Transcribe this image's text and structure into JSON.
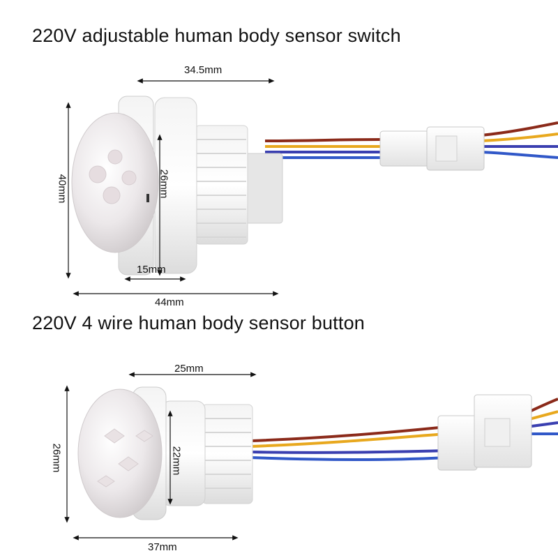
{
  "product1": {
    "title": "220V adjustable human body sensor switch",
    "dims": {
      "width_top": "34.5mm",
      "height_left": "40mm",
      "thread_height": "26mm",
      "depth": "15mm",
      "total_length": "44mm"
    }
  },
  "product2": {
    "title": "220V 4 wire human body sensor button",
    "dims": {
      "width_top": "25mm",
      "height_left": "26mm",
      "thread_height": "22mm",
      "total_length": "37mm"
    }
  },
  "wire_colors": [
    "#8b2a1a",
    "#e8a81e",
    "#3a3fb0",
    "#3158c8"
  ]
}
